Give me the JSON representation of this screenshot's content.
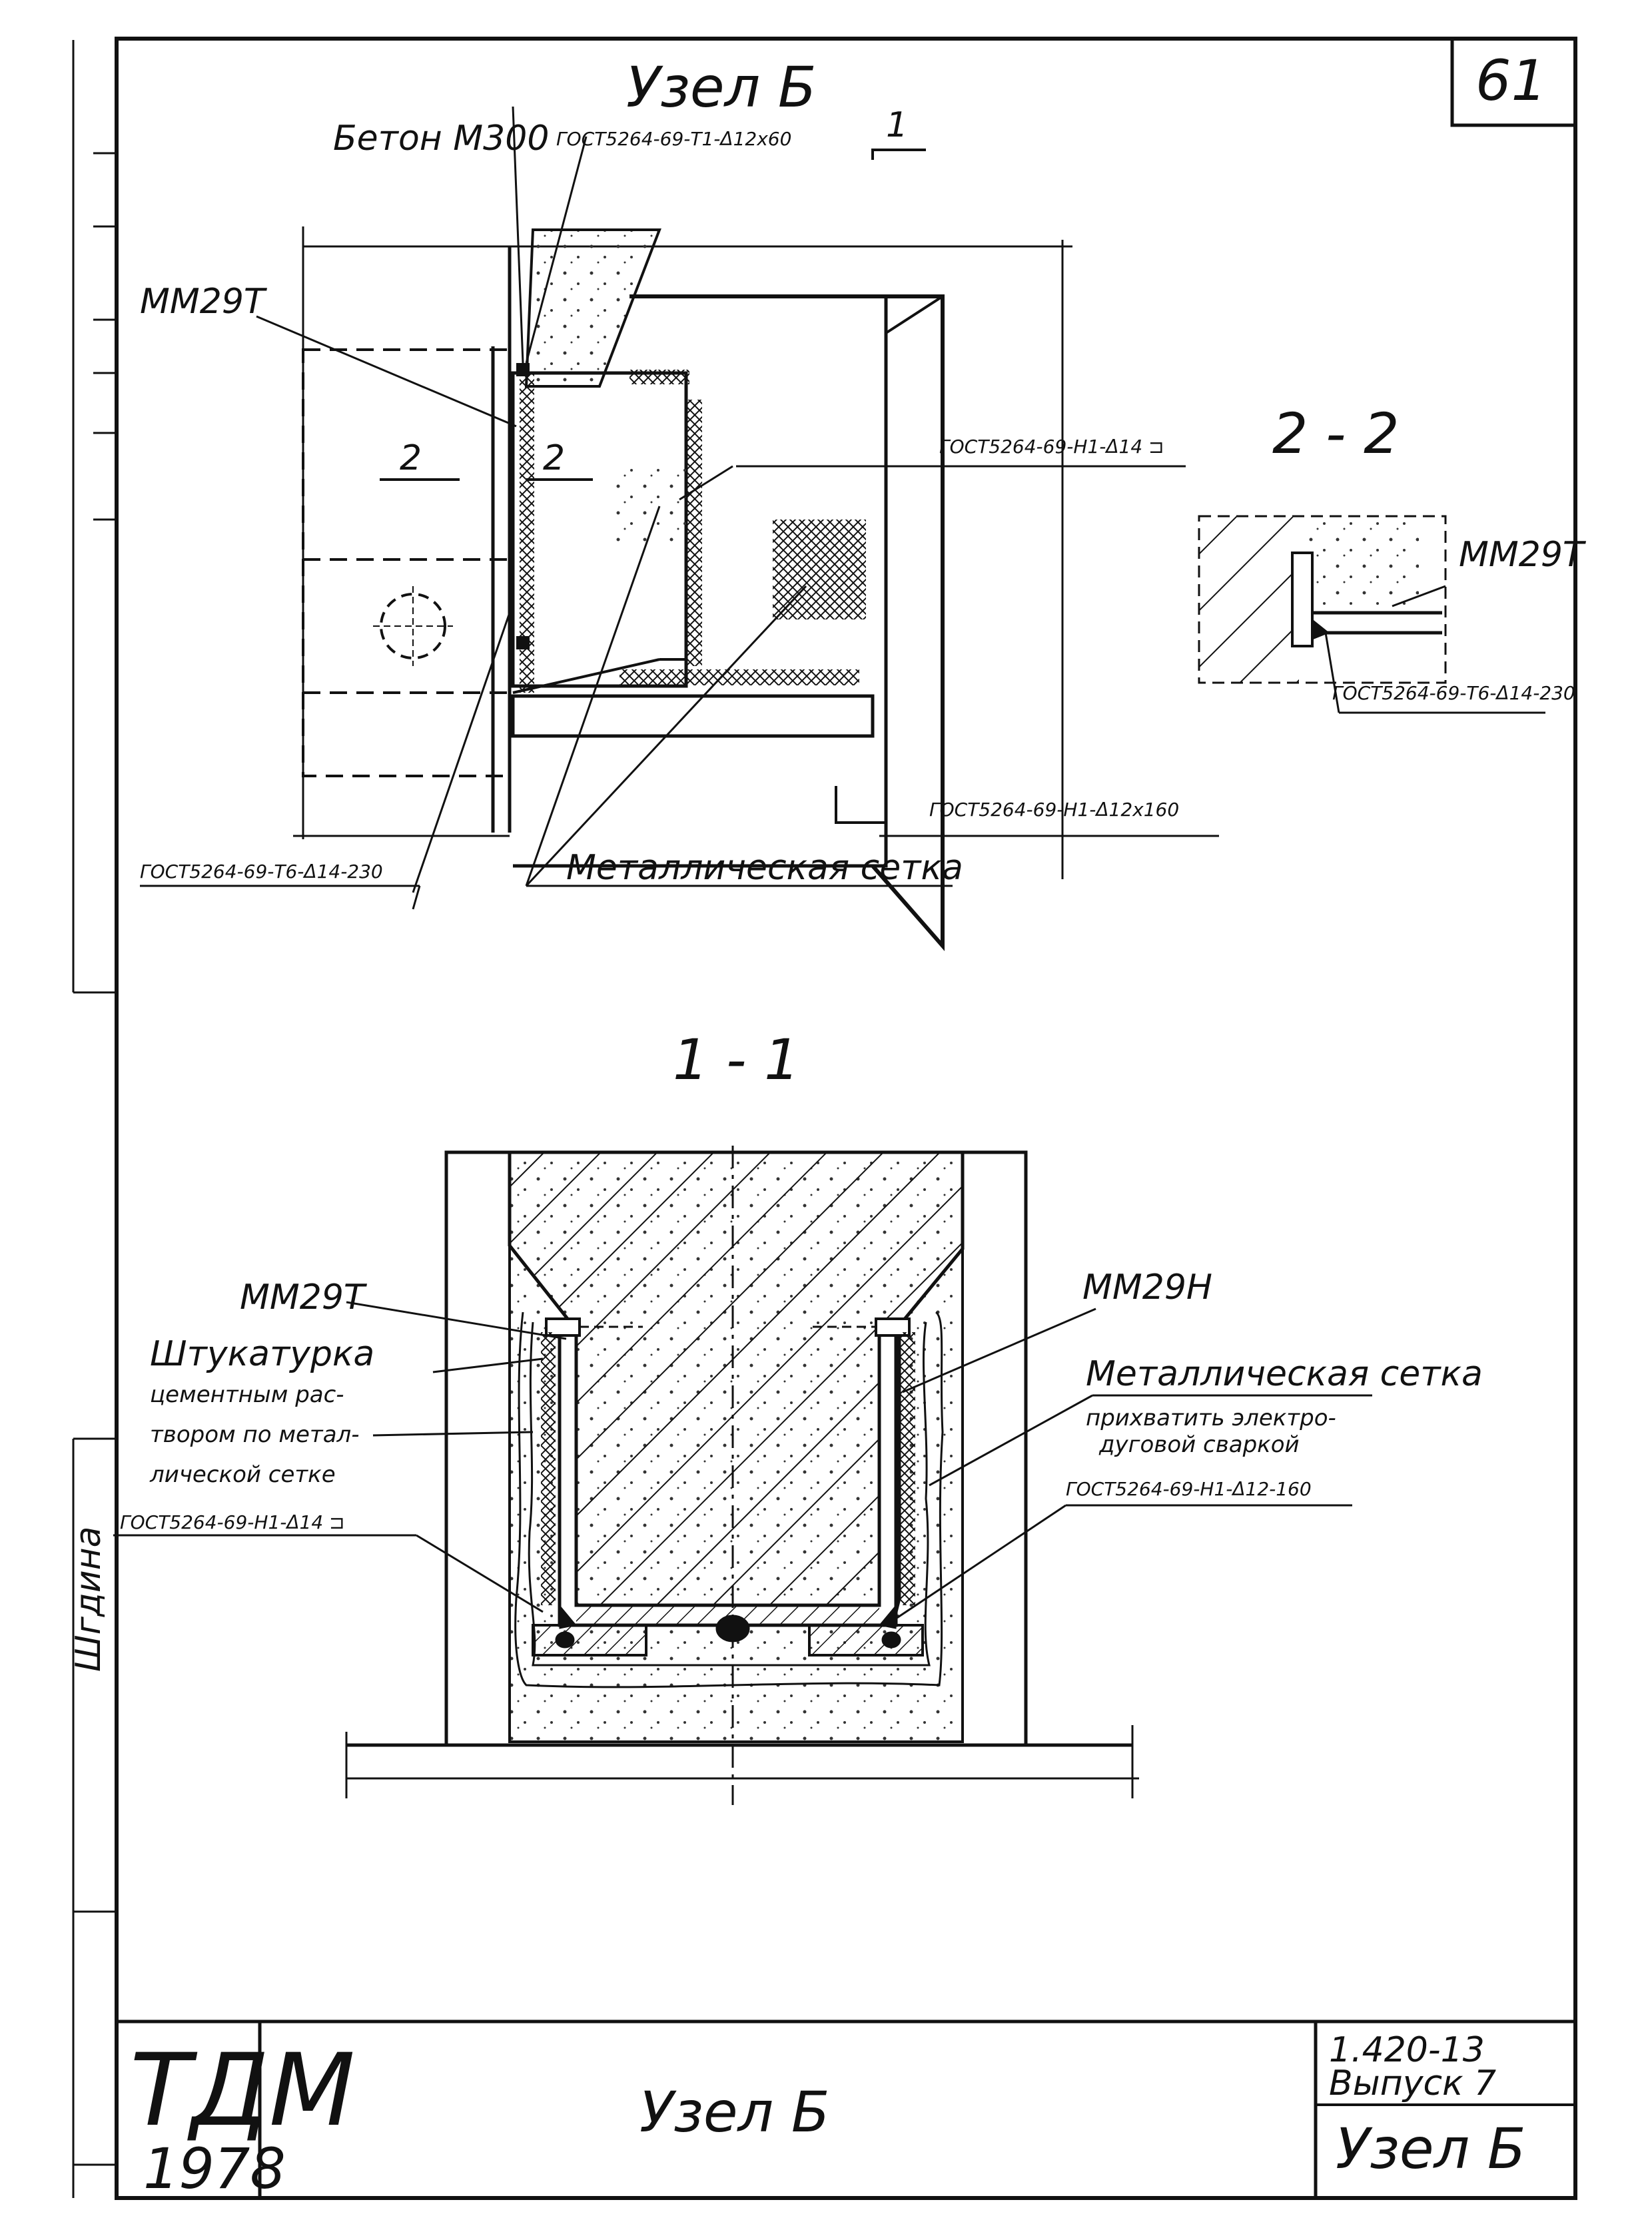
{
  "sheet": {
    "page_number": "61",
    "title_top": "Узел Б",
    "stamp_org": "ТДМ",
    "stamp_year": "1978",
    "stamp_title": "Узел Б",
    "doc_code": "1.420-13",
    "doc_issue": "Выпуск 7",
    "doc_name": "Узел Б",
    "margin_text": "Шгдина"
  },
  "plan_view": {
    "concrete_label": "Бетон М300",
    "weld_top": "ГОСТ5264-69-Т1-Δ12х60",
    "section_mark_1": "1",
    "section_mark_2": "2",
    "section_mark_2b": "2",
    "mm_label": "ММ29Т",
    "weld_right": "ГОСТ5264-69-Н1-Δ14 ⊐",
    "weld_bottom_right": "ГОСТ5264-69-Н1-Δ12х160",
    "weld_bottom_left": "ГОСТ5264-69-Т6-Δ14-230",
    "mesh_label": "Металлическая сетка"
  },
  "section_2_2": {
    "title": "2 - 2",
    "mm_label": "ММ29Т",
    "weld_label": "ГОСТ5264-69-Т6-Δ14-230"
  },
  "section_1_1": {
    "title": "1 - 1",
    "mm_left": "ММ29Т",
    "mm_right": "ММ29Н",
    "plaster_line1": "Штукатурка",
    "plaster_line2": "цементным рас-",
    "plaster_line3": "твором по метал-",
    "plaster_line4": "лической сетке",
    "weld_left": "ГОСТ5264-69-Н1-Δ14 ⊐",
    "mesh_line1": "Металлическая сетка",
    "mesh_line2": "прихватить электро-",
    "mesh_line3": "дуговой сваркой",
    "weld_right": "ГОСТ5264-69-Н1-Δ12-160"
  }
}
